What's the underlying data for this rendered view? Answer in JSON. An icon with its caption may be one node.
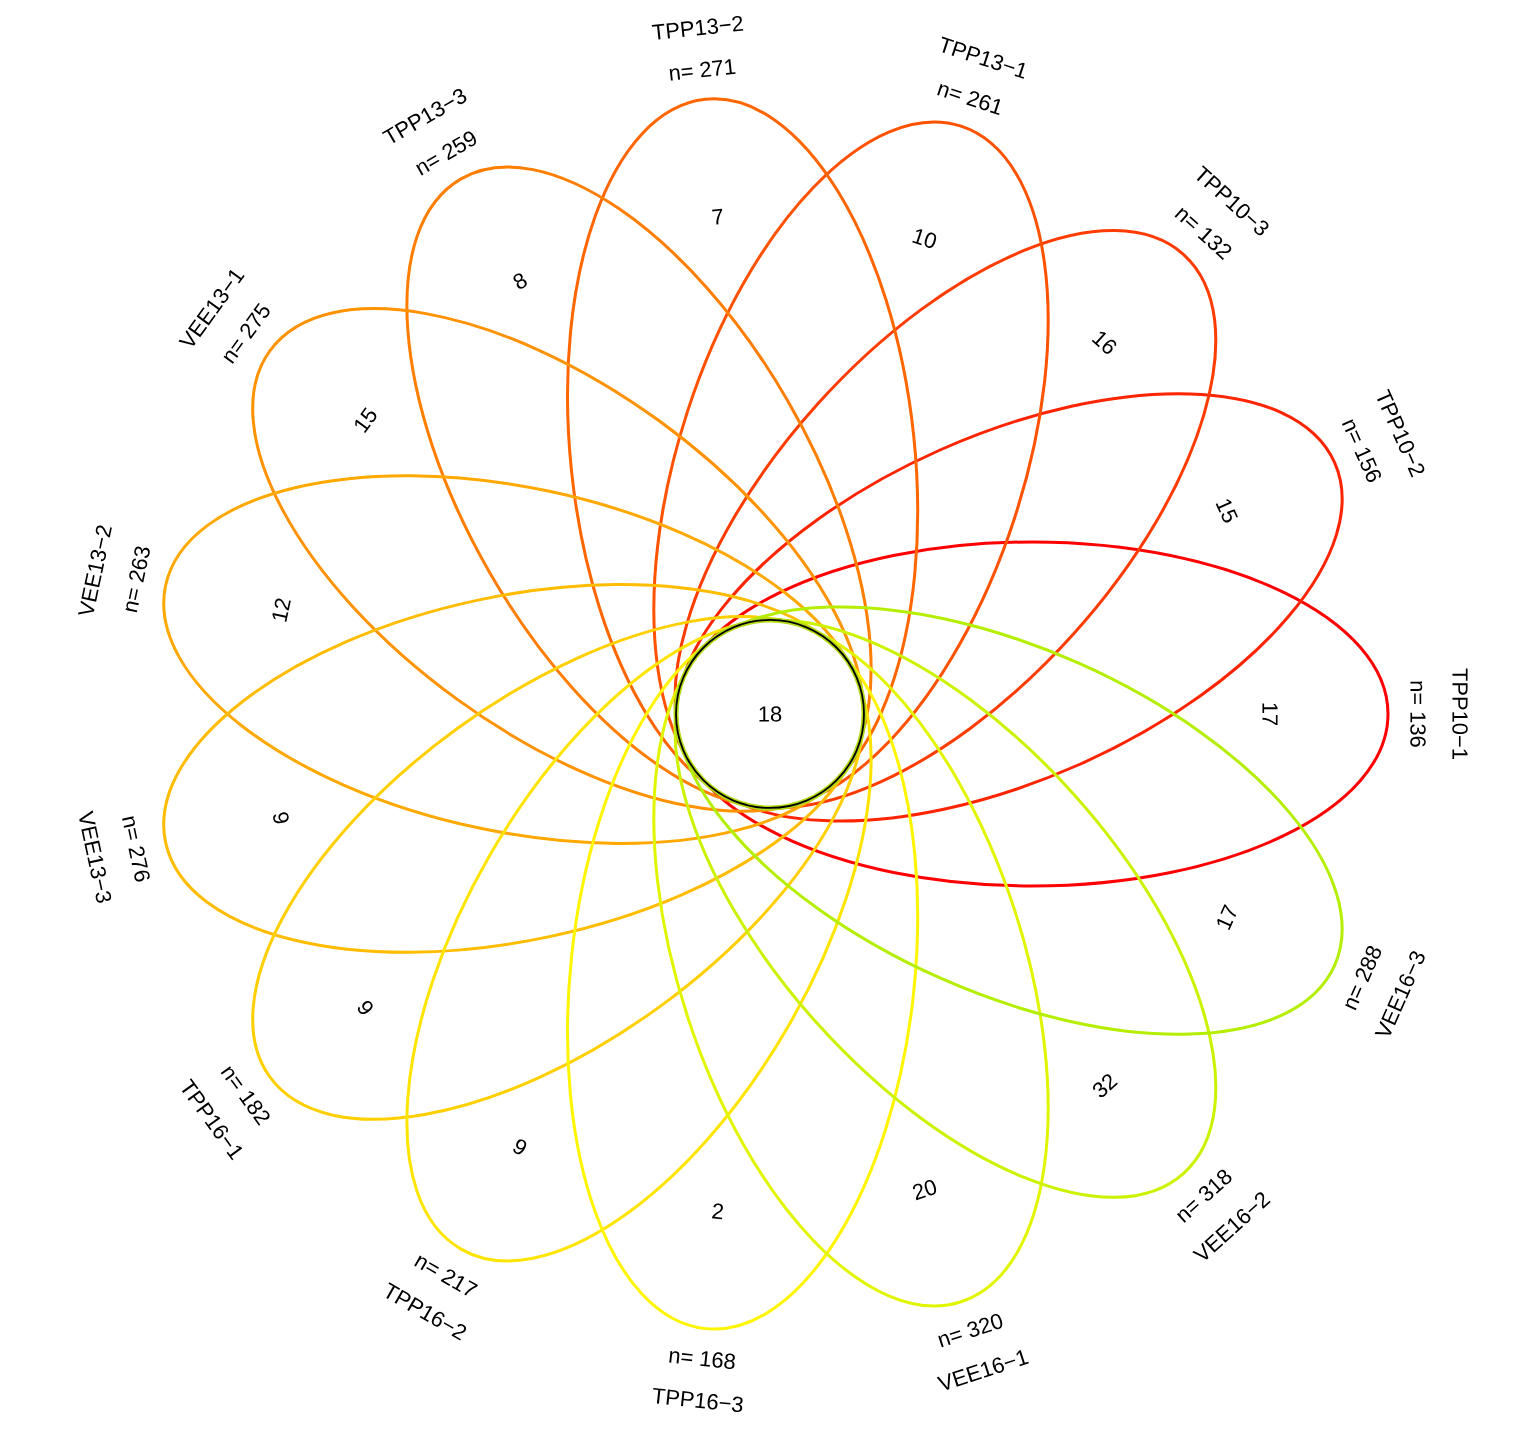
{
  "diagram": {
    "nodes": [
      {
        "text": [
          "17"
        ],
        "beside": [
          "TPP10−1",
          "n= 136"
        ]
      },
      {
        "text": [
          "15"
        ],
        "beside": [
          "TPP10−2",
          "n= 156"
        ]
      },
      {
        "text": [
          "16"
        ],
        "beside": [
          "TPP10−3",
          "n= 132"
        ]
      },
      {
        "text": [
          "10"
        ],
        "beside": [
          "TPP13−1",
          "n= 261"
        ]
      },
      {
        "text": [
          "7"
        ],
        "beside": [
          "TPP13−2",
          "n= 271"
        ]
      },
      {
        "text": [
          "8"
        ],
        "beside": [
          "TPP13−3",
          "n= 259"
        ]
      },
      {
        "text": [
          "15"
        ],
        "beside": [
          "VEE13−1",
          "n= 275"
        ]
      },
      {
        "text": [
          "12"
        ],
        "beside": [
          "VEE13−2",
          "n= 263"
        ]
      },
      {
        "text": [
          "9"
        ],
        "beside": [
          "VEE13−3",
          "n= 276"
        ]
      },
      {
        "text": [
          "9"
        ],
        "beside": [
          "TPP16−1",
          "n= 182"
        ]
      },
      {
        "text": [
          "9"
        ],
        "beside": [
          "TPP16−2",
          "n= 217"
        ]
      },
      {
        "text": [
          "2"
        ],
        "beside": [
          "TPP16−3",
          "n= 168"
        ]
      },
      {
        "text": [
          "20"
        ],
        "beside": [
          "VEE16−1",
          "n= 320"
        ]
      },
      {
        "text": [
          "32"
        ],
        "beside": [
          "VEE16−2",
          "n= 318"
        ]
      },
      {
        "text": [
          "17"
        ],
        "beside": [
          "VEE16−3",
          "n= 288"
        ]
      },
      {
        "text": [
          "18"
        ]
      }
    ]
  }
}
